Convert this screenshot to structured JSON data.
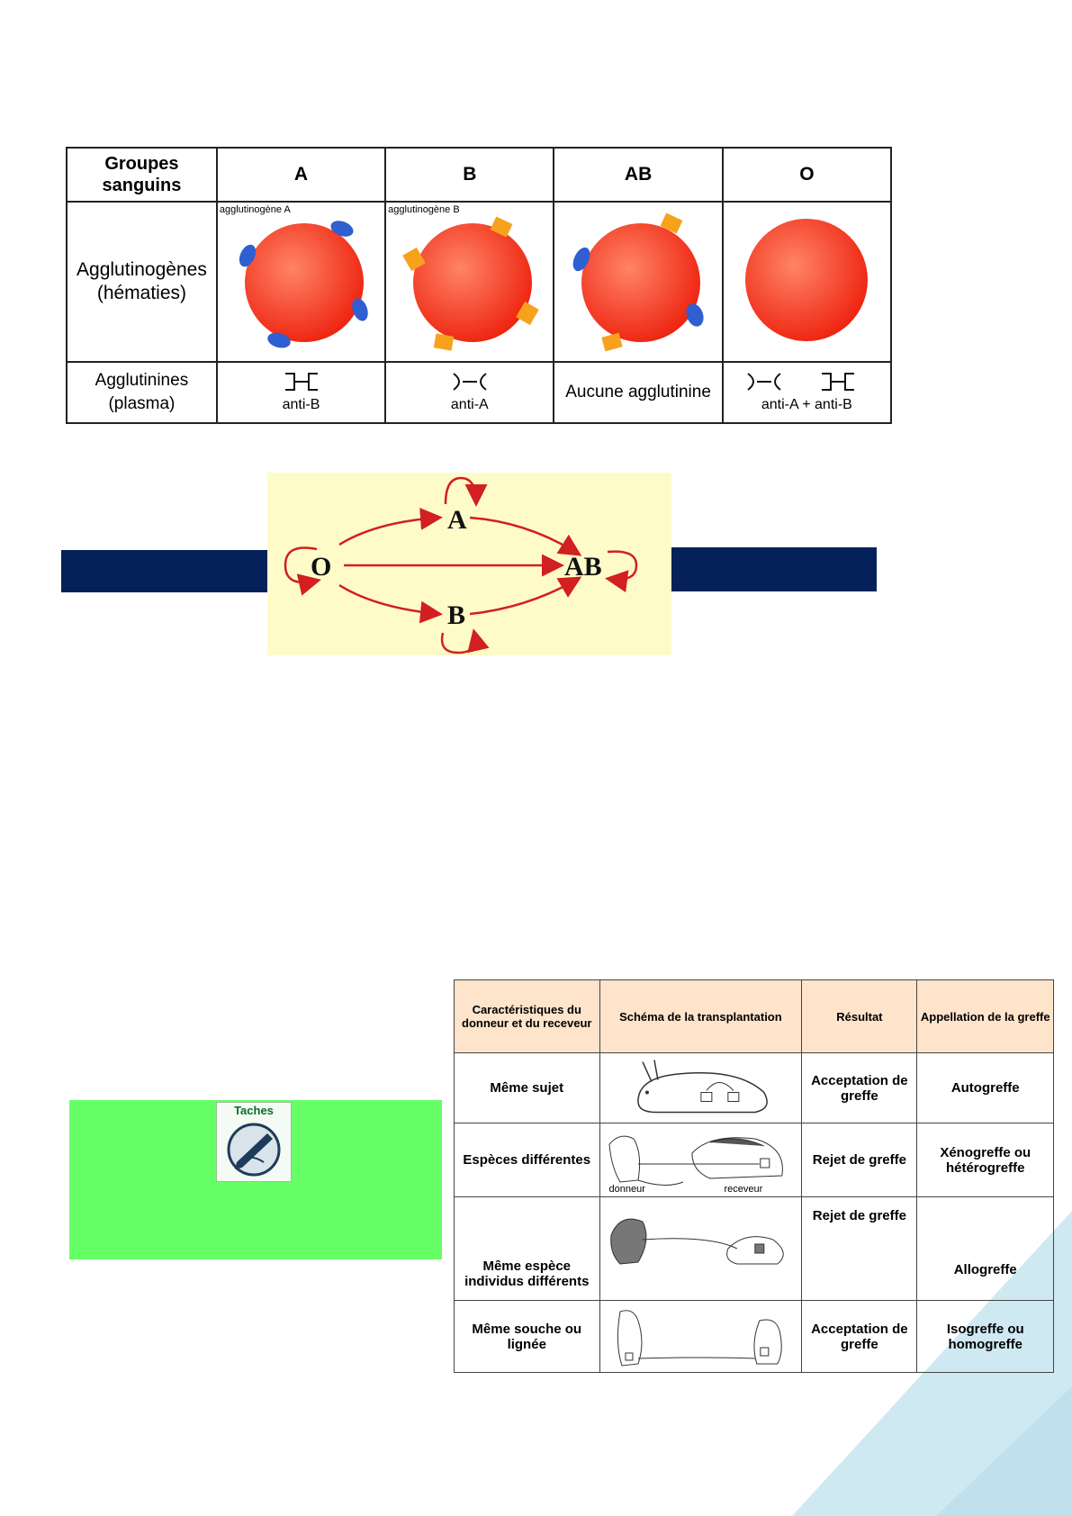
{
  "blood_table": {
    "header_label": "Groupes sanguins",
    "groups": [
      "A",
      "B",
      "AB",
      "O"
    ],
    "row_agglutinogenes": "Agglutinogènes (hématies)",
    "row_agglutinines": "Agglutinines (plasma)",
    "cell_label_a": "agglutinogène A",
    "cell_label_b": "agglutinogène B",
    "agglutinine_a": "anti-B",
    "agglutinine_b": "anti-A",
    "agglutinine_ab": "Aucune agglutinine",
    "agglutinine_o_1": "anti-A +",
    "agglutinine_o_2": "anti-B",
    "colors": {
      "red_cell": "#f2311a",
      "antigen_a": "#2f5fd0",
      "antigen_b": "#f7a21c"
    }
  },
  "compat_diagram": {
    "nodes": {
      "o": "O",
      "a": "A",
      "b": "B",
      "ab": "AB"
    },
    "arrow_color": "#d21f1f",
    "bar_color": "#04215a"
  },
  "task_box": {
    "title": "Taches",
    "icon": "pen-writing-icon",
    "color": "#66ff66"
  },
  "graft_table": {
    "headers": [
      "Caractéristiques du donneur et du receveur",
      "Schéma de la transplantation",
      "Résultat",
      "Appellation de la greffe"
    ],
    "rows": [
      {
        "characteristics": "Même sujet",
        "result": "Acceptation de greffe",
        "name": "Autogreffe"
      },
      {
        "characteristics": "Espèces différentes",
        "result": "Rejet de greffe",
        "name": "Xénogreffe ou hétérogreffe",
        "donor_label": "donneur",
        "receiver_label": "receveur"
      },
      {
        "characteristics": "Même espèce individus différents",
        "result": "Rejet de greffe",
        "name": "Allogreffe"
      },
      {
        "characteristics": "Même souche ou lignée",
        "result": "Acceptation de greffe",
        "name": "Isogreffe ou homogreffe"
      }
    ]
  }
}
